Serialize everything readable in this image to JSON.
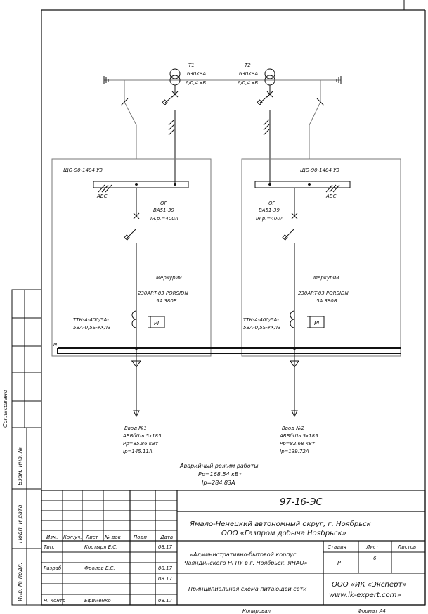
{
  "transformers": [
    {
      "name": "T1",
      "power": "630кВА",
      "ratio": "6/0,4 кВ"
    },
    {
      "name": "T2",
      "power": "630кВА",
      "ratio": "6/0,4 кВ"
    }
  ],
  "panels": [
    {
      "cabinet": "ЩО-90-1404 УЗ",
      "avr": "АВС",
      "breaker": [
        "QF",
        "ВА51-39",
        "Iн.р.=400А"
      ],
      "meter": [
        "Меркурий",
        "230ART-03 PQRSIDN",
        "5А 380В"
      ],
      "ct": [
        "ТТК-А-400/5А-",
        "5ВА-0,5S-УХЛ3"
      ],
      "meter_label": "PI"
    },
    {
      "cabinet": "ЩО-90-1404 УЗ",
      "avr": "АВС",
      "breaker": [
        "QF",
        "ВА51-39",
        "Iн.р.=400А"
      ],
      "meter": [
        "Меркурий",
        "230ART-03 PQRSIDN,",
        "5А 380В"
      ],
      "ct": [
        "ТТК-А-400/5А-",
        "5ВА-0,5S-УХЛ3"
      ],
      "meter_label": "PI"
    }
  ],
  "neutral_label": "N",
  "inputs": [
    {
      "title": "Ввод №1",
      "cable": "АВБбШв 5х185",
      "power": "Рр=85.86 кВт",
      "current": "Iр=145.11А"
    },
    {
      "title": "Ввод №2",
      "cable": "АВБбШв 5х185",
      "power": "Рр=82.68 кВт",
      "current": "Iр=139.72А"
    }
  ],
  "emergency": {
    "title": "Аварийный режим работы",
    "power": "Рр=168.54 кВт",
    "current": "Iр=284.83А"
  },
  "stamp": {
    "code": "97-16-ЭС",
    "location": "Ямало-Ненецкий автономный округ, г. Ноябрьск",
    "company": "ООО «Газпром добыча Ноябрьск»",
    "cols": [
      "Изм.",
      "Кол.уч.",
      "Лист",
      "№ док",
      "Подп",
      "Дата"
    ],
    "rows": [
      {
        "role": "Тип.",
        "name": "Костыря Е.С.",
        "date": "08.17"
      },
      {
        "role": "Разраб",
        "name": "Фролов Е.С.",
        "date": "08.17"
      },
      {
        "role": "",
        "name": "",
        "date": "08.17"
      },
      {
        "role": "Н. контр",
        "name": "Ефименко",
        "date": "08.17"
      }
    ],
    "project_line1": "«Административно-бытовой корпус",
    "project_line2": "Чаяндинского НГПУ в г. Ноябрьск, ЯНАО»",
    "stage_label": "Стадия",
    "sheet_label": "Лист",
    "sheets_label": "Листов",
    "stage": "Р",
    "sheet": "6",
    "drawing_title": "Принципиальная схема питающей сети",
    "firm": "ООО «ИК «Эксперт»",
    "site": "www.ik-expert.com»"
  },
  "side_labels": [
    "Согласовано",
    "Взам. инв. №",
    "Подп. и дата",
    "Инв. № подл."
  ],
  "footer": {
    "copied": "Копировал",
    "format": "Формат А4"
  }
}
